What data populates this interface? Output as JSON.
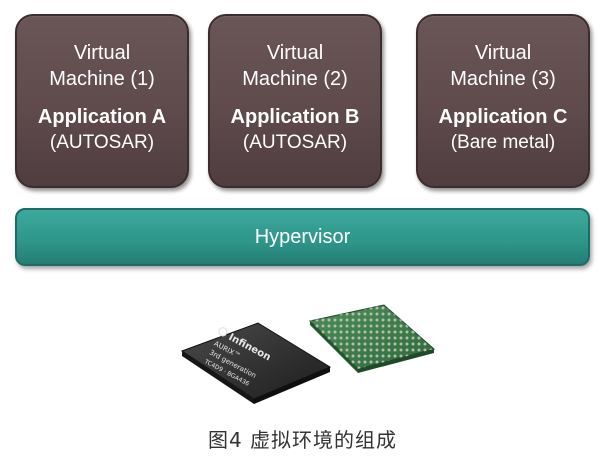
{
  "virtual_machines": [
    {
      "line1": "Virtual",
      "line2": "Machine (1)",
      "app_name": "Application A",
      "app_type": "(AUTOSAR)"
    },
    {
      "line1": "Virtual",
      "line2": "Machine (2)",
      "app_name": "Application B",
      "app_type": "(AUTOSAR)"
    },
    {
      "line1": "Virtual",
      "line2": "Machine (3)",
      "app_name": "Application C",
      "app_type": "(Bare metal)"
    }
  ],
  "hypervisor": {
    "label": "Hypervisor"
  },
  "chip": {
    "brand": "Infineon",
    "line1": "AURIX™",
    "line2": "3rd generation",
    "line3": "TC4D9 · BGA436"
  },
  "caption": "图4 虚拟环境的组成",
  "colors": {
    "vm_fill": "#5f4a4c",
    "hypervisor_fill": "#2e9589",
    "chip_package": "#2a2a2a",
    "pcb_green": "#3f7d4a"
  }
}
